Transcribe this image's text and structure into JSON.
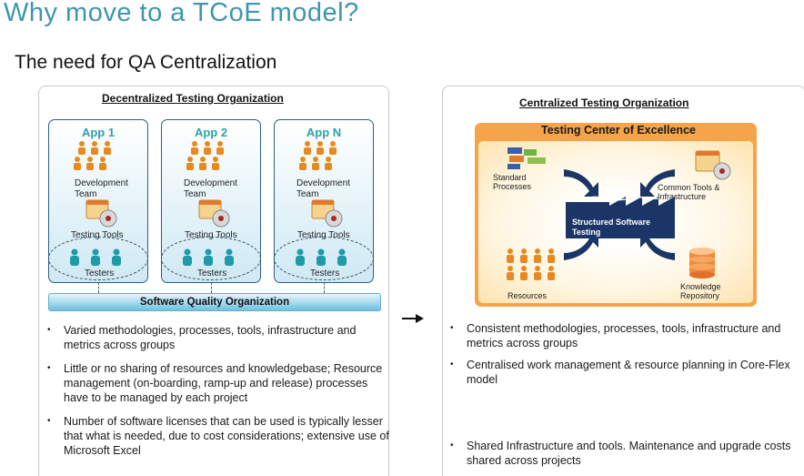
{
  "title": "Why move to a TCoE model?",
  "subtitle": "The need for QA Centralization",
  "left": {
    "heading": "Decentralized Testing Organization",
    "apps": [
      {
        "name": "App 1",
        "team_label": "Development Team",
        "tools_label": "Testing Tools",
        "testers_label": "Testers"
      },
      {
        "name": "App 2",
        "team_label": "Development Team",
        "tools_label": "Testing Tools",
        "testers_label": "Testers"
      },
      {
        "name": "App N",
        "team_label": "Development Team",
        "tools_label": "Testing Tools",
        "testers_label": "Testers"
      }
    ],
    "bar_label": "Software Quality Organization",
    "bullets": [
      "Varied methodologies, processes, tools, infrastructure and metrics across groups",
      "Little or no sharing of resources and knowledgebase; Resource management (on-boarding, ramp-up and release) processes have to be managed by each project",
      "Number of software licenses that can be used is typically lesser that what is needed, due to cost considerations; extensive use of Microsoft Excel"
    ]
  },
  "right": {
    "heading": "Centralized Testing Organization",
    "tcoe_title": "Testing Center of Excellence",
    "labels": {
      "standard_processes": "Standard Processes",
      "common_tools": "Common Tools & Infrastructure",
      "structured_testing": "Structured Software Testing",
      "resources": "Resources",
      "knowledge_repository": "Knowledge Repository"
    },
    "bullets": [
      "Consistent methodologies, processes, tools, infrastructure and metrics across groups",
      "Centralised work management & resource planning in Core-Flex model",
      "Shared Infrastructure and tools. Maintenance and upgrade costs shared across projects"
    ]
  },
  "colors": {
    "title": "#3f96ad",
    "app_title": "#2e9fb1",
    "people_orange": "#e8891f",
    "testers_teal": "#1f9aa8",
    "tcoe_orange": "#f5a44a",
    "factory_navy": "#1b3566"
  }
}
